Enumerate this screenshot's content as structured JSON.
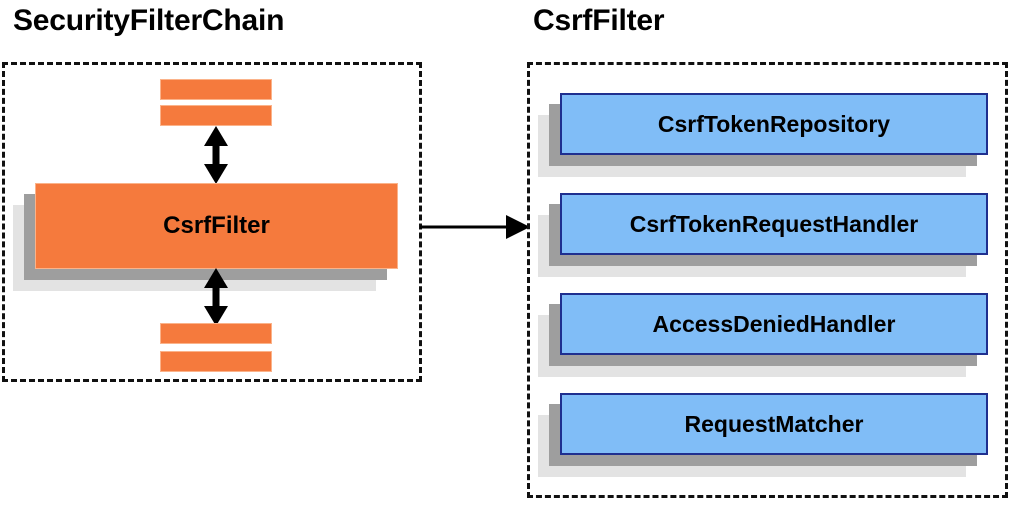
{
  "diagram": {
    "type": "component-relationship",
    "colors": {
      "orange_fill": "#F57A3D",
      "orange_border": "#FBB38A",
      "blue_fill": "#80BDF7",
      "blue_border": "#1F2F8F",
      "shadow_dark": "#9E9E9E",
      "shadow_light": "#E3E3E3",
      "panel_border": "#111111",
      "background": "#FFFFFF"
    }
  },
  "left_panel": {
    "title": "SecurityFilterChain",
    "main_filter": {
      "label": "CsrfFilter"
    },
    "filter_bars": [
      {
        "name": "filter-bar-top-1"
      },
      {
        "name": "filter-bar-top-2"
      },
      {
        "name": "filter-bar-bottom-1"
      },
      {
        "name": "filter-bar-bottom-2"
      }
    ],
    "connectors": [
      {
        "name": "arrow-up-double",
        "style": "double-headed-vertical"
      },
      {
        "name": "arrow-down-double",
        "style": "double-headed-vertical"
      }
    ]
  },
  "link_arrow": {
    "name": "csrf-filter-expansion-arrow",
    "style": "single-headed-horizontal",
    "from": "CsrfFilter",
    "to": "CsrfFilter"
  },
  "right_panel": {
    "title": "CsrfFilter",
    "collaborators": [
      {
        "label": "CsrfTokenRepository"
      },
      {
        "label": "CsrfTokenRequestHandler"
      },
      {
        "label": "AccessDeniedHandler"
      },
      {
        "label": "RequestMatcher"
      }
    ]
  }
}
